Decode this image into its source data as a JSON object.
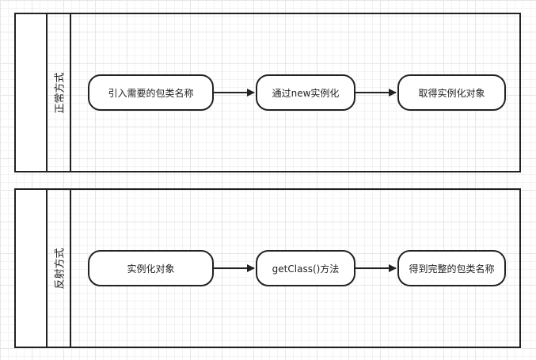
{
  "lanes": [
    {
      "title": "正常方式",
      "steps": [
        "引入需要的包类名称",
        "通过new实例化",
        "取得实例化对象"
      ]
    },
    {
      "title": "反射方式",
      "steps": [
        "实例化对象",
        "getClass()方法",
        "得到完整的包类名称"
      ]
    }
  ]
}
